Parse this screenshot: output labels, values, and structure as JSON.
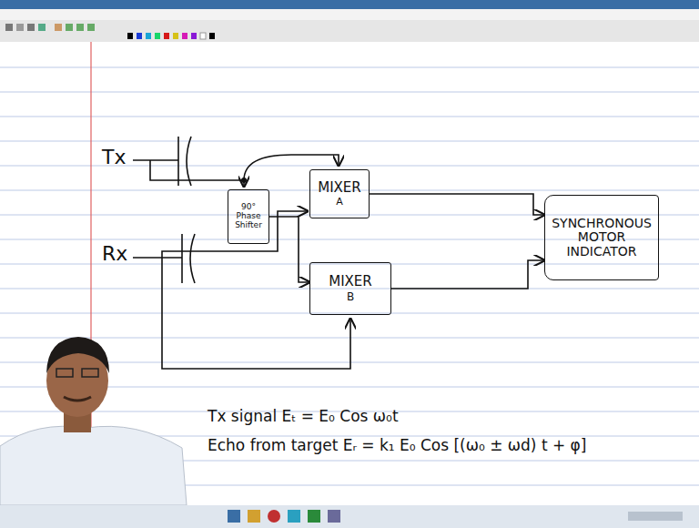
{
  "diagram": {
    "nodes": [
      {
        "text": [
          "MIXER",
          "A"
        ]
      },
      {
        "text": [
          "90° Phase Shifter"
        ]
      },
      {
        "text": [
          "MIXER",
          "B"
        ]
      },
      {
        "text": [
          "SYNCHRONOUS MOTOR INDICATOR"
        ]
      }
    ],
    "edges": [
      {
        "from": 1,
        "to": 2,
        "arrow": "to"
      },
      {
        "from": 0,
        "to": 3,
        "arrow": "to"
      },
      {
        "from": 2,
        "to": 3,
        "arrow": "to"
      }
    ],
    "labels": [
      "Tx",
      "Rx",
      "Tx signal Eₜ = E₀ Cos ω₀t",
      "Echo from target Eᵣ = k₁ E₀ Cos [(ω₀ ± ωd) t + φ]"
    ]
  }
}
